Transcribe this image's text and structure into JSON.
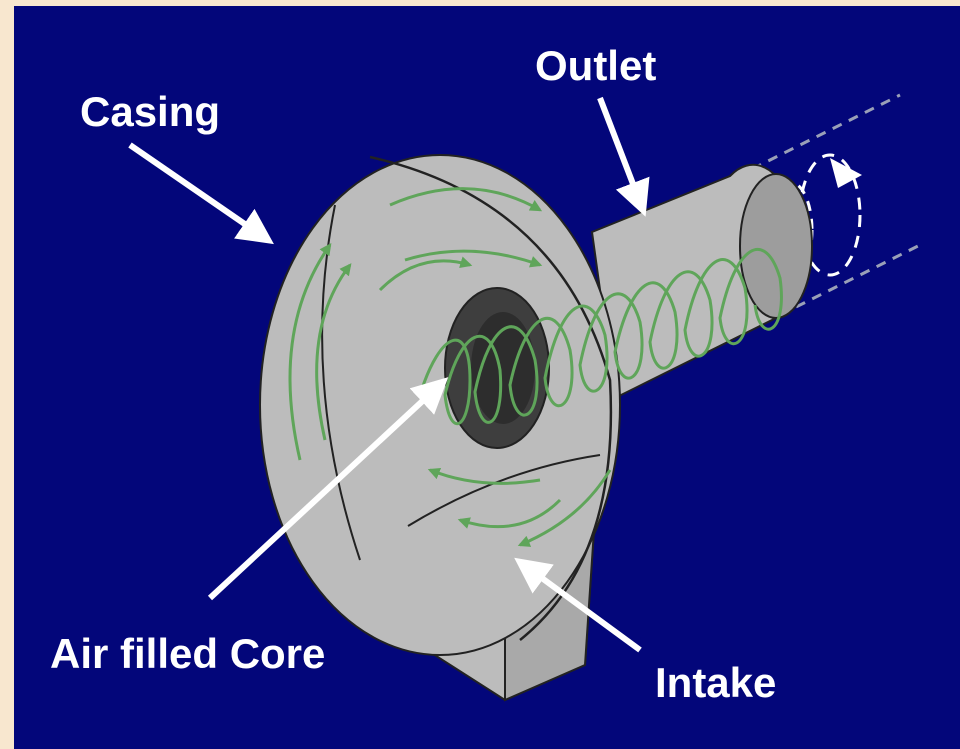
{
  "diagram": {
    "labels": {
      "casing": "Casing",
      "outlet": "Outlet",
      "core": "Air filled Core",
      "intake": "Intake"
    }
  },
  "colors": {
    "page_border": "#f8e7cf",
    "background": "#03067a",
    "casing": "#bcbcbc",
    "casing_shadow": "#9d9d9d",
    "core": "#3e3e3e",
    "flow": "#5fa55a",
    "label": "#ffffff"
  }
}
